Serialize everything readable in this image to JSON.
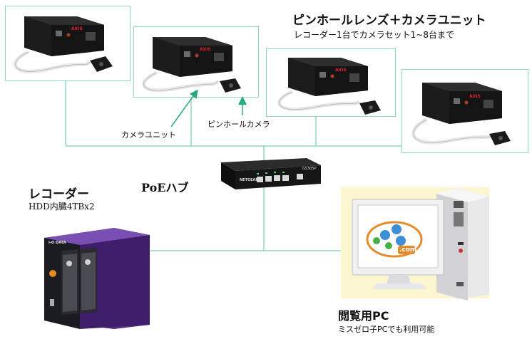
{
  "product": {
    "title": "ピンホールレンズ＋カメラユニット",
    "subtitle": "レコーダー1台でカメラセット1~8台まで"
  },
  "callouts": {
    "camera_unit": "カメラユニット",
    "pinhole_camera": "ピンホールカメラ"
  },
  "camera_brand": "AXIS",
  "hub": {
    "title": "PoEハブ",
    "brand": "NETGEAR",
    "model": "GS305P"
  },
  "recorder": {
    "title": "レコーダー",
    "subtitle": "HDD内臓4TBx2",
    "brand": "I-O DATA"
  },
  "pc": {
    "title": "閲覧用PC",
    "subtitle": "ミスゼロ子PCでも利用可能",
    "logo_text": ".com"
  },
  "colors": {
    "line": "#8fd7c2",
    "pc_backdrop": "#fbf6cf",
    "arrow": "#2aa87e"
  }
}
